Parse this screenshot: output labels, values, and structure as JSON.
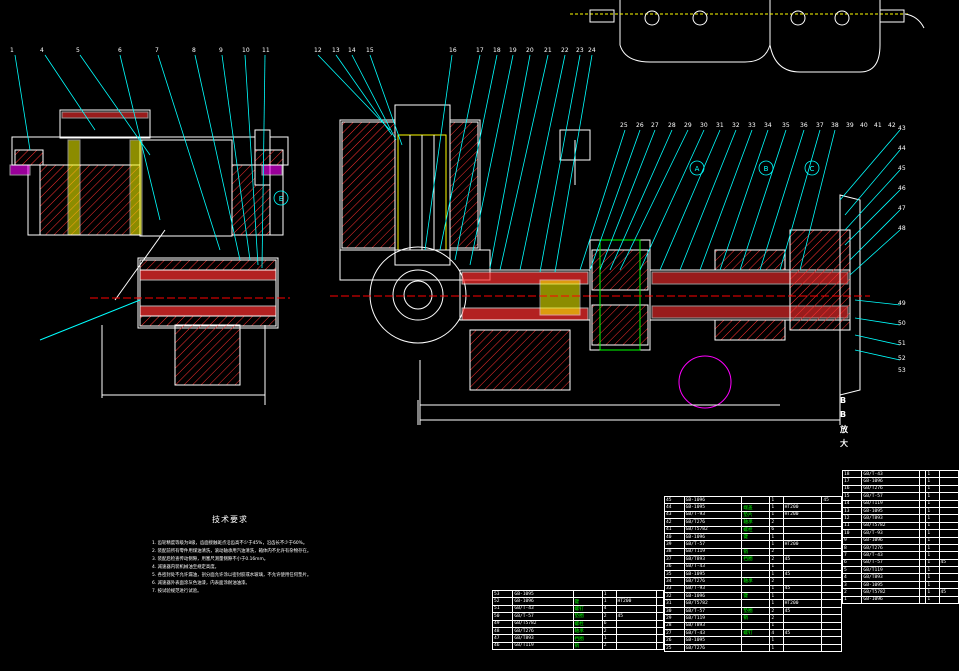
{
  "drawing": {
    "colors": {
      "background": "#000000",
      "outline": "#ffffff",
      "leader": "#00ffff",
      "hatch_red": "#ff3030",
      "hatch_yellow": "#ffff00",
      "center_line": "#ff0000",
      "circle_magenta": "#ff00ff",
      "table_text": "#00ff00"
    },
    "left_view_labels": [
      "1",
      "4",
      "5",
      "6",
      "7",
      "8",
      "9",
      "10",
      "11"
    ],
    "mid_view_labels": [
      "12",
      "13",
      "14",
      "15",
      "16",
      "17",
      "18",
      "19",
      "20",
      "21",
      "22",
      "23",
      "24"
    ],
    "right_view_labels": [
      "25",
      "26",
      "27",
      "28",
      "29",
      "30",
      "31",
      "32",
      "33",
      "34",
      "35",
      "36",
      "37",
      "38",
      "39",
      "40",
      "41",
      "42"
    ],
    "side_labels": [
      "43",
      "44",
      "45",
      "46",
      "47",
      "48",
      "49",
      "50",
      "51",
      "52",
      "53"
    ],
    "detail_markers": [
      "A",
      "B",
      "C",
      "E"
    ],
    "section_label": [
      "B",
      "B",
      "放",
      "大"
    ],
    "notes": {
      "title": "技术要求",
      "lines": [
        "1. 齿轮精度等级为8级，齿面接触斑点沿齿高不少于45%，沿齿长不少于60%。",
        "2. 装配前所有零件用煤油清洗，滚动轴承用汽油清洗，箱体内不允许有杂物存在。",
        "3. 装配后检查传动侧隙，用塞尺测量侧隙不小于0.16mm。",
        "4. 减速器内装机械油至规定高度。",
        "5. 各密封处不允许漏油，剖分面允许涂以密封胶或水玻璃，不允许使用任何垫片。",
        "6. 减速器外表面涂灰色油漆，内表面涂耐油油漆。",
        "7. 按试验规范进行试验。"
      ]
    },
    "parts_table_left": [
      [
        "53",
        "GB-1095",
        "",
        "1",
        "",
        ""
      ],
      [
        "52",
        "GB-1096",
        "键",
        "1",
        "HT200",
        ""
      ],
      [
        "51",
        "GB/T-43",
        "螺钉",
        "4",
        "",
        ""
      ],
      [
        "50",
        "GB/T-57",
        "垫圈",
        "2",
        "45",
        ""
      ],
      [
        "49",
        "GB/T5782",
        "螺栓",
        "6",
        "",
        ""
      ],
      [
        "48",
        "GB/T276",
        "轴承",
        "2",
        "",
        ""
      ],
      [
        "47",
        "GB/T893",
        "挡圈",
        "1",
        "",
        ""
      ],
      [
        "46",
        "GB/T119",
        "销",
        "2",
        "",
        ""
      ]
    ],
    "parts_table_mid": [
      [
        "45",
        "GB-1096",
        "",
        "1",
        "",
        "45"
      ],
      [
        "44",
        "GB-1095",
        "端盖",
        "1",
        "HT200",
        ""
      ],
      [
        "43",
        "GB/T-93",
        "垫片",
        "1",
        "HT200",
        ""
      ],
      [
        "42",
        "GB/T276",
        "轴承",
        "2",
        "",
        ""
      ],
      [
        "41",
        "GB/T5782",
        "螺栓",
        "6",
        "",
        ""
      ],
      [
        "40",
        "GB-1096",
        "键",
        "1",
        "",
        ""
      ],
      [
        "39",
        "GB/T-57",
        "",
        "1",
        "HT200",
        ""
      ],
      [
        "38",
        "GB/T119",
        "销",
        "2",
        "",
        ""
      ],
      [
        "37",
        "GB/T893",
        "挡圈",
        "2",
        "45",
        ""
      ],
      [
        "36",
        "GB/T-43",
        "",
        "1",
        "",
        ""
      ],
      [
        "35",
        "GB-1095",
        "",
        "1",
        "45",
        ""
      ],
      [
        "34",
        "GB/T276",
        "轴承",
        "2",
        "",
        ""
      ],
      [
        "33",
        "GB/T-93",
        "",
        "1",
        "45",
        ""
      ],
      [
        "32",
        "GB-1096",
        "键",
        "1",
        "",
        ""
      ],
      [
        "31",
        "GB/T5782",
        "",
        "1",
        "HT200",
        ""
      ],
      [
        "30",
        "GB/T-57",
        "垫圈",
        "2",
        "45",
        ""
      ],
      [
        "29",
        "GB/T119",
        "销",
        "2",
        "",
        ""
      ],
      [
        "28",
        "GB/T893",
        "",
        "1",
        "",
        ""
      ],
      [
        "27",
        "GB/T-43",
        "螺钉",
        "4",
        "45",
        ""
      ],
      [
        "26",
        "GB-1095",
        "",
        "1",
        "",
        ""
      ],
      [
        "25",
        "GB/T276",
        "",
        "1",
        "",
        ""
      ]
    ],
    "parts_table_right": [
      [
        "18",
        "GB/T-43",
        "",
        "1",
        ""
      ],
      [
        "17",
        "GB-1096",
        "",
        "1",
        ""
      ],
      [
        "16",
        "GB/T276",
        "",
        "1",
        ""
      ],
      [
        "15",
        "GB/T-57",
        "",
        "1",
        ""
      ],
      [
        "14",
        "GB/T119",
        "",
        "1",
        ""
      ],
      [
        "13",
        "GB-1095",
        "",
        "1",
        ""
      ],
      [
        "12",
        "GB/T893",
        "",
        "1",
        ""
      ],
      [
        "11",
        "GB/T5782",
        "",
        "1",
        ""
      ],
      [
        "10",
        "GB/T-93",
        "",
        "1",
        ""
      ],
      [
        "9",
        "GB-1096",
        "",
        "1",
        ""
      ],
      [
        "8",
        "GB/T276",
        "",
        "1",
        ""
      ],
      [
        "7",
        "GB/T-43",
        "",
        "1",
        ""
      ],
      [
        "6",
        "GB/T-57",
        "",
        "1",
        "45"
      ],
      [
        "5",
        "GB/T119",
        "",
        "1",
        ""
      ],
      [
        "4",
        "GB/T893",
        "",
        "1",
        ""
      ],
      [
        "3",
        "GB-1095",
        "",
        "1",
        ""
      ],
      [
        "2",
        "GB/T5782",
        "",
        "1",
        "45"
      ],
      [
        "1",
        "GB-1096",
        "",
        "1",
        ""
      ]
    ]
  }
}
